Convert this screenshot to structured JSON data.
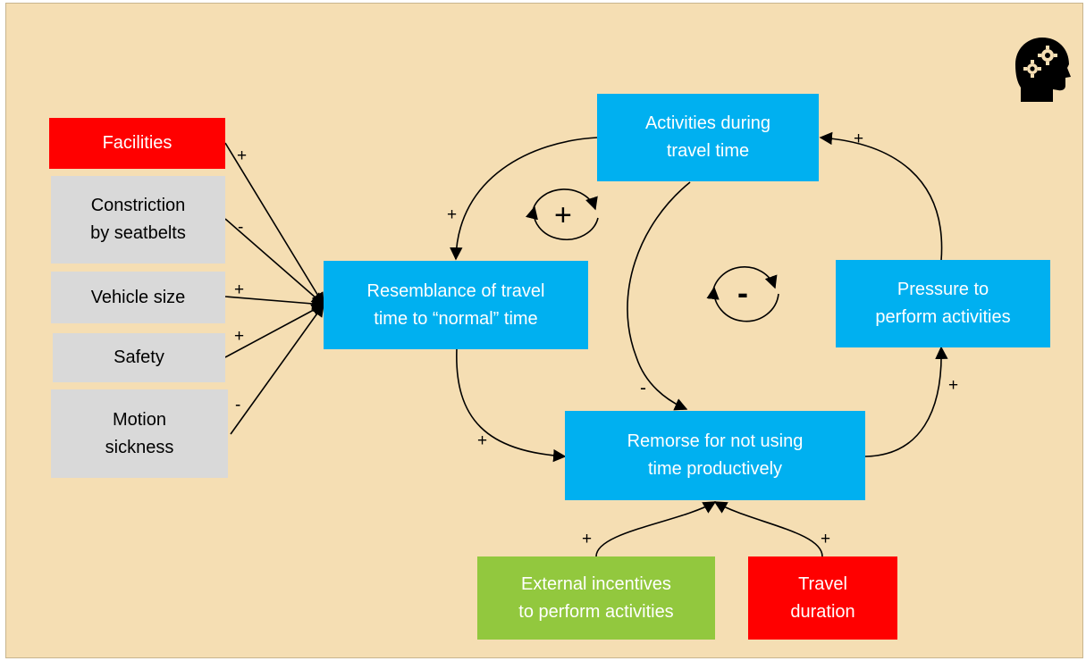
{
  "nodes": {
    "facilities": "Facilities",
    "constriction": "Constriction\nby seatbelts",
    "vehicle_size": "Vehicle size",
    "safety": "Safety",
    "motion_sickness": "Motion\nsickness",
    "resemblance": "Resemblance of travel\ntime to “normal” time",
    "activities": "Activities during\ntravel time",
    "pressure": "Pressure to\nperform activities",
    "remorse": "Remorse for not using\ntime productively",
    "external": "External incentives\nto perform activities",
    "travel_duration": "Travel\nduration"
  },
  "links": {
    "facilities": "+",
    "constriction": "-",
    "vehicle_size": "+",
    "safety": "+",
    "motion_sickness": "-",
    "activities_to_resemblance": "+",
    "resemblance_to_remorse": "+",
    "activities_to_remorse": "-",
    "remorse_to_pressure": "+",
    "pressure_to_activities": "+",
    "external_to_remorse": "+",
    "duration_to_remorse": "+"
  },
  "loops": {
    "reinforcing": "+",
    "balancing": "-"
  },
  "colors": {
    "background": "#f5deb3",
    "red_box": "#ff0000",
    "grey_box": "#d9d9d9",
    "blue_box": "#00b0f0",
    "green_box": "#92c83e"
  },
  "icons": [
    "head-gears-icon"
  ]
}
